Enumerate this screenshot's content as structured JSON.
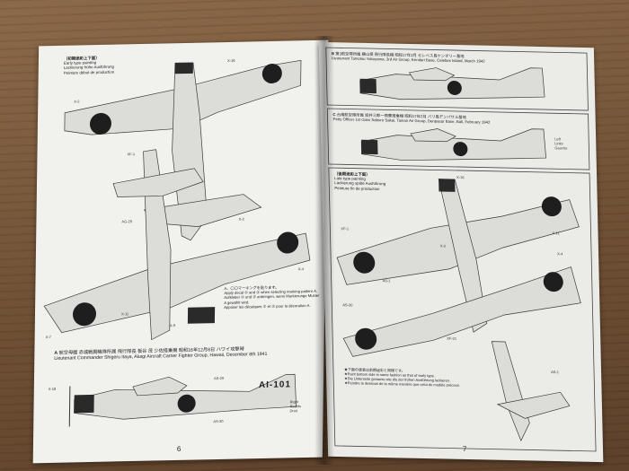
{
  "left_page": {
    "page_number": "6",
    "section_header": {
      "title": "〔初期迷彩上下面〕",
      "en": "Early type painting",
      "de": "Lackierung frühe Ausführung",
      "fr": "Peinture début de production"
    },
    "marking_note": {
      "jp": "А、〇〇マーキングを貼ります。",
      "en": "Apply decal ① and ② when selecting marking pattern A.",
      "de": "Aufkleber ① und ② anbringen, wenn Markierungs-Muster A gewählt wird.",
      "fr": "Apposer les décalques ① et ② pour la décoration A."
    },
    "bottom_caption": {
      "label": "A",
      "jp": "航空母艦 赤城戦闘機隊所属 飛行隊長 板谷 茂 少佐搭乗機 昭和16年12月8日 ハワイ攻撃時",
      "en": "Lieutenant Commander Shigeru Itaya, Akagi Aircraft Carrier Fighter Group, Hawaii, December 8th 1941"
    },
    "tail_code": "AI-101",
    "side_labels": [
      "Right",
      "Rechts",
      "Droit"
    ],
    "part_labels": [
      "X-18",
      "AS-29",
      "AS-30",
      "X-2",
      "XF-1",
      "X-11",
      "X-7",
      "X-4",
      "X-16",
      "XF-7",
      "X-9",
      "AG-29",
      "X-16"
    ]
  },
  "right_page": {
    "page_number": "7",
    "section_b": {
      "label": "B",
      "jp": "第3航空隊所属 横山保 飛行隊長機 昭和17年3月 セレベス島ケンダリー基地",
      "en": "Lieutenant Tamotsu Yokoyama, 3rd Air Group, Kendari Base, Celebes Island, March 1942"
    },
    "section_c": {
      "label": "C",
      "jp": "台南航空隊所属 坂井三郎一飛曹搭乗機 昭和17年2月 バリ島デンパサル基地",
      "en": "Petty Officer 1st class Saburo Sakai, Tainan Air Group, Denpasar Base, Bali, February 1942",
      "side_labels": [
        "Left",
        "Links",
        "Gauche"
      ]
    },
    "section_late": {
      "title": "〔後期迷彩上下面〕",
      "en": "Late type painting",
      "de": "Lackierung späte Ausführung",
      "fr": "Peinture fin de production"
    },
    "footnote": {
      "jp": "★下面の塗装は前期迷彩と同様です。",
      "en": "★Paint bottom side in same fashion as that of early type.",
      "de": "★Die Unterseite genauso wie die der frühen Ausführung lackieren.",
      "fr": "★Peindre le dessous de la même manière que celui du modèle précoce."
    },
    "part_labels": [
      "X-16",
      "XF-1",
      "AS-1",
      "X-2",
      "X-11",
      "X-4",
      "AS-30",
      "X-16",
      "XF-21",
      "AS-1",
      "X-11"
    ]
  },
  "colors": {
    "paper": "#f1f1ee",
    "aircraft_line": "#3a3a3a",
    "hinomaru": "#1e1e1e",
    "cowling": "#2a2a2a",
    "table_wood": "#7a5a3c"
  }
}
